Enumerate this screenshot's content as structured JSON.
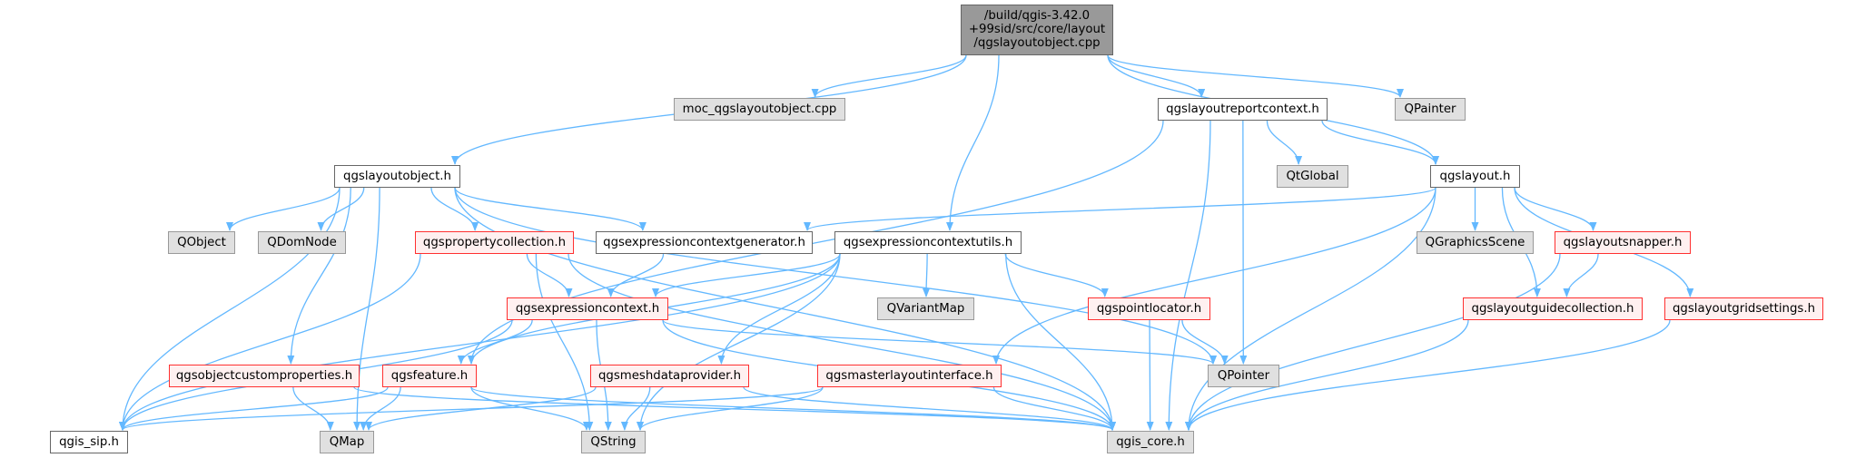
{
  "colors": {
    "edge": "#63b8ff",
    "red_border": "#ff3030",
    "red_fill": "#fff0f0",
    "gray_fill": "#e0e0e0",
    "root_fill": "#999999"
  },
  "nodes": [
    {
      "id": "root",
      "label": "/build/qgis-3.42.0\n+99sid/src/core/layout\n/qgslayoutobject.cpp",
      "style": "root"
    },
    {
      "id": "moc",
      "label": "moc_qgslayoutobject.cpp",
      "style": "gray"
    },
    {
      "id": "report",
      "label": "qgslayoutreportcontext.h",
      "style": "white"
    },
    {
      "id": "qpainter",
      "label": "QPainter",
      "style": "gray"
    },
    {
      "id": "layoutobject",
      "label": "qgslayoutobject.h",
      "style": "white"
    },
    {
      "id": "qtglobal",
      "label": "QtGlobal",
      "style": "gray"
    },
    {
      "id": "layout",
      "label": "qgslayout.h",
      "style": "white"
    },
    {
      "id": "qobject",
      "label": "QObject",
      "style": "gray"
    },
    {
      "id": "qdomnode",
      "label": "QDomNode",
      "style": "gray"
    },
    {
      "id": "propcoll",
      "label": "qgspropertycollection.h",
      "style": "red"
    },
    {
      "id": "exprgen",
      "label": "qgsexpressioncontextgenerator.h",
      "style": "white"
    },
    {
      "id": "exprutils",
      "label": "qgsexpressioncontextutils.h",
      "style": "white"
    },
    {
      "id": "qgraphicsscene",
      "label": "QGraphicsScene",
      "style": "gray"
    },
    {
      "id": "snapper",
      "label": "qgslayoutsnapper.h",
      "style": "red"
    },
    {
      "id": "exprctx",
      "label": "qgsexpressioncontext.h",
      "style": "red"
    },
    {
      "id": "qvariantmap",
      "label": "QVariantMap",
      "style": "gray"
    },
    {
      "id": "pointlocator",
      "label": "qgspointlocator.h",
      "style": "red"
    },
    {
      "id": "guidecoll",
      "label": "qgslayoutguidecollection.h",
      "style": "red"
    },
    {
      "id": "gridsettings",
      "label": "qgslayoutgridsettings.h",
      "style": "red"
    },
    {
      "id": "objcustom",
      "label": "qgsobjectcustomproperties.h",
      "style": "red"
    },
    {
      "id": "feature",
      "label": "qgsfeature.h",
      "style": "red"
    },
    {
      "id": "mesh",
      "label": "qgsmeshdataprovider.h",
      "style": "red"
    },
    {
      "id": "master",
      "label": "qgsmasterlayoutinterface.h",
      "style": "red"
    },
    {
      "id": "qpointer",
      "label": "QPointer",
      "style": "gray"
    },
    {
      "id": "qgis_sip",
      "label": "qgis_sip.h",
      "style": "white"
    },
    {
      "id": "qmap",
      "label": "QMap",
      "style": "gray"
    },
    {
      "id": "qstring",
      "label": "QString",
      "style": "gray"
    },
    {
      "id": "qgis_core",
      "label": "qgis_core.h",
      "style": "gray"
    }
  ],
  "edges": [
    [
      "root",
      "layoutobject"
    ],
    [
      "root",
      "moc"
    ],
    [
      "root",
      "exprutils"
    ],
    [
      "root",
      "report"
    ],
    [
      "root",
      "qpainter"
    ],
    [
      "root",
      "layout"
    ],
    [
      "report",
      "feature"
    ],
    [
      "report",
      "qtglobal"
    ],
    [
      "report",
      "qpointer"
    ],
    [
      "report",
      "qgis_core"
    ],
    [
      "report",
      "layout"
    ],
    [
      "layoutobject",
      "qobject"
    ],
    [
      "layoutobject",
      "qdomnode"
    ],
    [
      "layoutobject",
      "propcoll"
    ],
    [
      "layoutobject",
      "exprgen"
    ],
    [
      "layoutobject",
      "objcustom"
    ],
    [
      "layoutobject",
      "qgis_sip"
    ],
    [
      "layoutobject",
      "qmap"
    ],
    [
      "layoutobject",
      "qpointer"
    ],
    [
      "layoutobject",
      "qgis_core"
    ],
    [
      "layout",
      "exprgen"
    ],
    [
      "layout",
      "master"
    ],
    [
      "layout",
      "qgraphicsscene"
    ],
    [
      "layout",
      "snapper"
    ],
    [
      "layout",
      "guidecoll"
    ],
    [
      "layout",
      "gridsettings"
    ],
    [
      "layout",
      "qgis_core"
    ],
    [
      "propcoll",
      "qgis_sip"
    ],
    [
      "propcoll",
      "exprctx"
    ],
    [
      "propcoll",
      "qstring"
    ],
    [
      "propcoll",
      "qgis_core"
    ],
    [
      "exprgen",
      "exprctx"
    ],
    [
      "exprutils",
      "qgis_sip"
    ],
    [
      "exprutils",
      "exprctx"
    ],
    [
      "exprutils",
      "feature"
    ],
    [
      "exprutils",
      "mesh"
    ],
    [
      "exprutils",
      "qvariantmap"
    ],
    [
      "exprutils",
      "pointlocator"
    ],
    [
      "exprutils",
      "qstring"
    ],
    [
      "exprutils",
      "qgis_core"
    ],
    [
      "exprctx",
      "qgis_sip"
    ],
    [
      "exprctx",
      "feature"
    ],
    [
      "exprctx",
      "qstring"
    ],
    [
      "exprctx",
      "qpointer"
    ],
    [
      "exprctx",
      "qgis_core"
    ],
    [
      "pointlocator",
      "qpointer"
    ],
    [
      "pointlocator",
      "qgis_core"
    ],
    [
      "snapper",
      "guidecoll"
    ],
    [
      "snapper",
      "qgis_core"
    ],
    [
      "guidecoll",
      "qgis_core"
    ],
    [
      "gridsettings",
      "qgis_core"
    ],
    [
      "objcustom",
      "qmap"
    ],
    [
      "objcustom",
      "qgis_core"
    ],
    [
      "feature",
      "qgis_sip"
    ],
    [
      "feature",
      "qmap"
    ],
    [
      "feature",
      "qstring"
    ],
    [
      "feature",
      "qgis_core"
    ],
    [
      "mesh",
      "qmap"
    ],
    [
      "mesh",
      "qstring"
    ],
    [
      "mesh",
      "qgis_core"
    ],
    [
      "master",
      "qgis_sip"
    ],
    [
      "master",
      "qstring"
    ],
    [
      "master",
      "qgis_core"
    ]
  ]
}
